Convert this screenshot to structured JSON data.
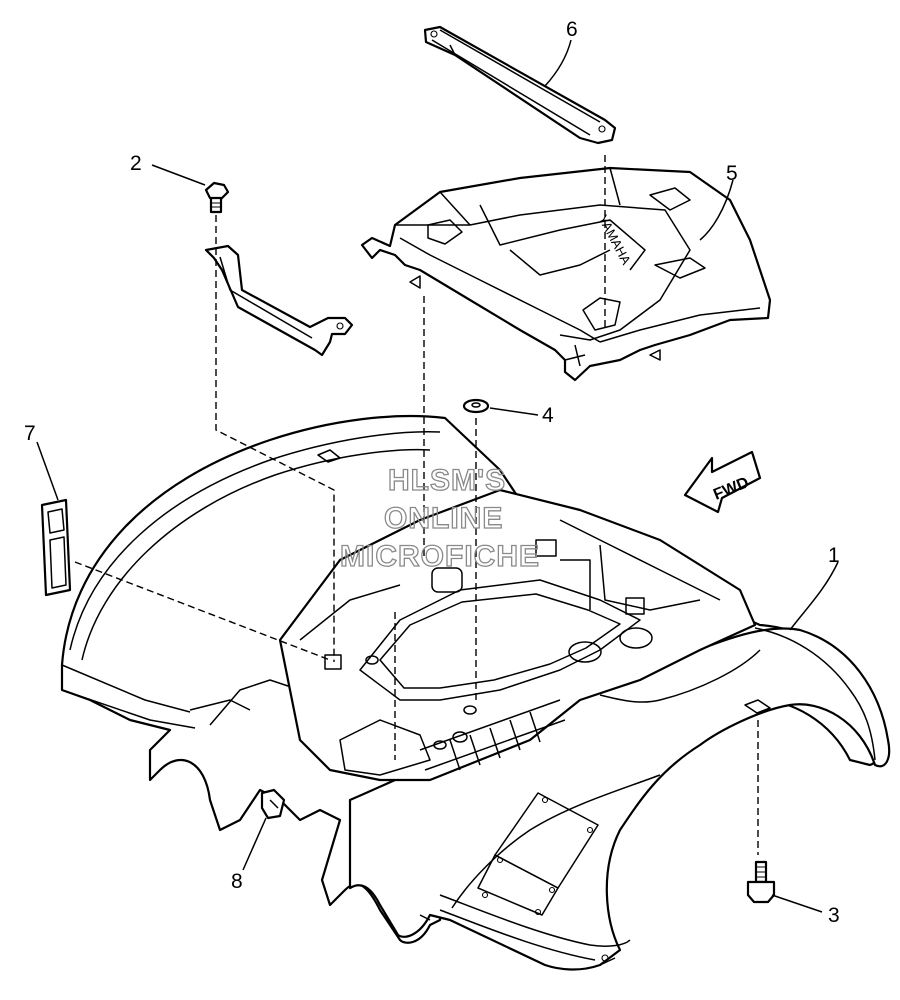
{
  "diagram": {
    "callouts": [
      {
        "id": "1",
        "label": "1"
      },
      {
        "id": "2",
        "label": "2"
      },
      {
        "id": "3",
        "label": "3"
      },
      {
        "id": "4",
        "label": "4"
      },
      {
        "id": "5",
        "label": "5"
      },
      {
        "id": "6",
        "label": "6"
      },
      {
        "id": "7",
        "label": "7"
      },
      {
        "id": "8",
        "label": "8"
      }
    ],
    "fwd_label": "FWD",
    "brand_text": "YAMAHA",
    "watermark": [
      "HLSM'S",
      "ONLINE",
      "MICROFICHE"
    ]
  }
}
